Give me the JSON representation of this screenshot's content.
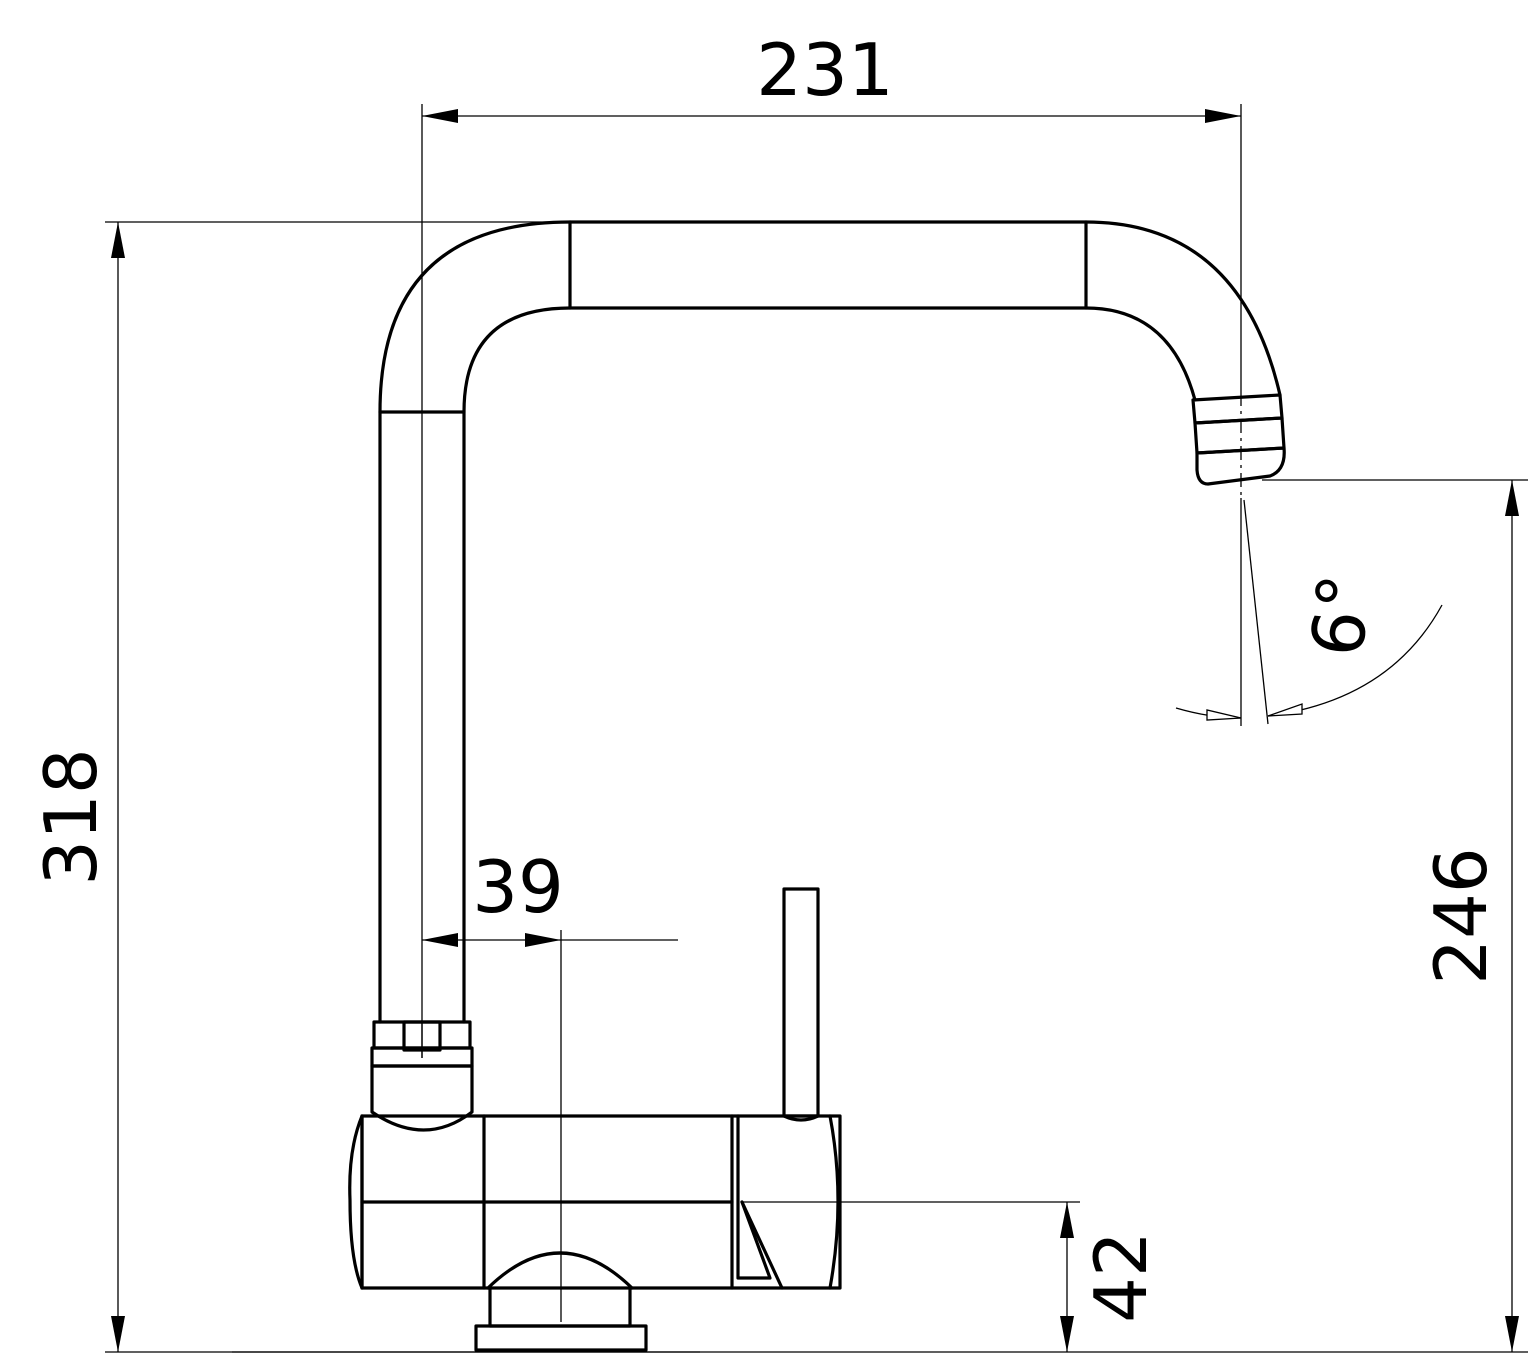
{
  "dimensions": {
    "spout_reach": "231",
    "total_height": "318",
    "spout_clearance": "246",
    "offset": "39",
    "body_height": "42",
    "spout_angle": "6°"
  },
  "colors": {
    "line": "#000000",
    "background": "#ffffff"
  }
}
